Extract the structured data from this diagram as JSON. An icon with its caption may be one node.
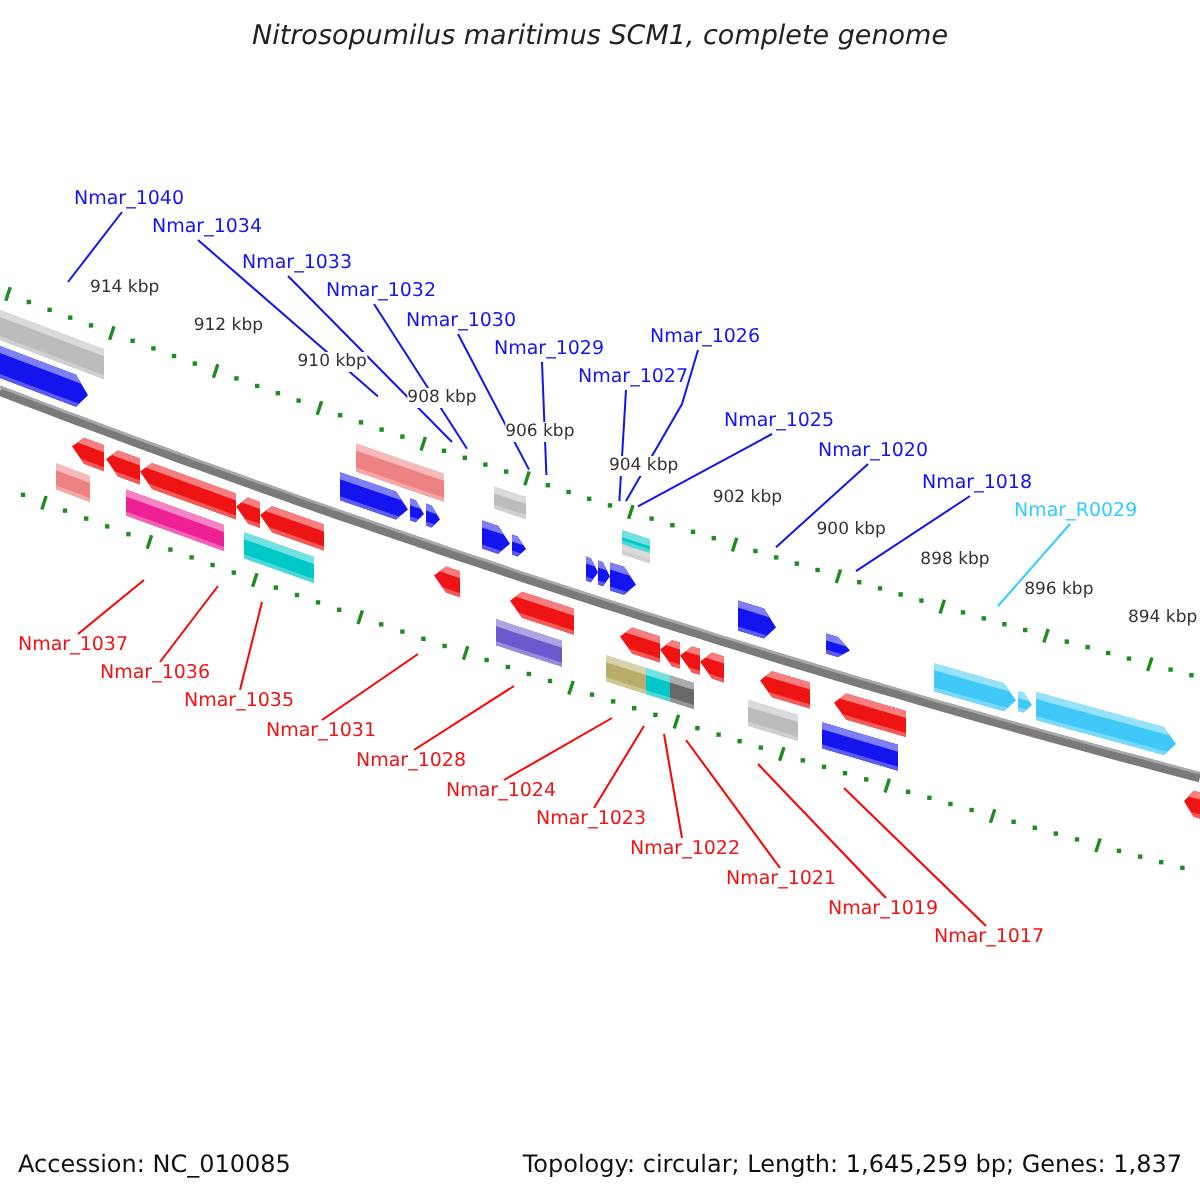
{
  "diagram": {
    "title": "Nitrosopumilus maritimus SCM1, complete genome",
    "nodes": [
      {
        "text": [
          "Nmar_1040"
        ]
      },
      {
        "text": [
          "Nmar_1034"
        ]
      },
      {
        "text": [
          "Nmar_1033"
        ]
      },
      {
        "text": [
          "Nmar_1032"
        ]
      },
      {
        "text": [
          "Nmar_1030"
        ]
      },
      {
        "text": [
          "Nmar_1029"
        ]
      },
      {
        "text": [
          "Nmar_1027"
        ]
      },
      {
        "text": [
          "Nmar_1026"
        ]
      },
      {
        "text": [
          "Nmar_1025"
        ]
      },
      {
        "text": [
          "Nmar_1020"
        ]
      },
      {
        "text": [
          "Nmar_1018"
        ]
      },
      {
        "text": [
          "Nmar_R0029"
        ]
      },
      {
        "text": [
          "Nmar_1037"
        ]
      },
      {
        "text": [
          "Nmar_1036"
        ]
      },
      {
        "text": [
          "Nmar_1035"
        ]
      },
      {
        "text": [
          "Nmar_1031"
        ]
      },
      {
        "text": [
          "Nmar_1028"
        ]
      },
      {
        "text": [
          "Nmar_1024"
        ]
      },
      {
        "text": [
          "Nmar_1023"
        ]
      },
      {
        "text": [
          "Nmar_1022"
        ]
      },
      {
        "text": [
          "Nmar_1021"
        ]
      },
      {
        "text": [
          "Nmar_1019"
        ]
      },
      {
        "text": [
          "Nmar_1017"
        ]
      }
    ],
    "edges": [
      {
        "from": 0,
        "to": null,
        "arrow": "none"
      },
      {
        "from": 1,
        "to": null,
        "arrow": "none"
      },
      {
        "from": 2,
        "to": null,
        "arrow": "none"
      },
      {
        "from": 3,
        "to": null,
        "arrow": "none"
      },
      {
        "from": 4,
        "to": null,
        "arrow": "none"
      },
      {
        "from": 5,
        "to": null,
        "arrow": "none"
      },
      {
        "from": 6,
        "to": null,
        "arrow": "none"
      },
      {
        "from": 7,
        "to": null,
        "arrow": "none"
      },
      {
        "from": 8,
        "to": null,
        "arrow": "none"
      },
      {
        "from": 9,
        "to": null,
        "arrow": "none"
      },
      {
        "from": 10,
        "to": null,
        "arrow": "none"
      },
      {
        "from": 11,
        "to": null,
        "arrow": "none",
        "color": "#33ccff"
      },
      {
        "from": 12,
        "to": null,
        "arrow": "none",
        "color": "#ff0000"
      },
      {
        "from": 13,
        "to": null,
        "arrow": "none",
        "color": "#ff0000"
      },
      {
        "from": 14,
        "to": null,
        "arrow": "none",
        "color": "#ff0000"
      },
      {
        "from": 15,
        "to": null,
        "arrow": "none",
        "color": "#ff0000"
      },
      {
        "from": 16,
        "to": null,
        "arrow": "none",
        "color": "#ff0000"
      },
      {
        "from": 17,
        "to": null,
        "arrow": "none",
        "color": "#ff0000"
      },
      {
        "from": 18,
        "to": null,
        "arrow": "none",
        "color": "#ff0000"
      },
      {
        "from": 19,
        "to": null,
        "arrow": "none",
        "color": "#ff0000"
      },
      {
        "from": 20,
        "to": null,
        "arrow": "none",
        "color": "#ff0000"
      },
      {
        "from": 21,
        "to": null,
        "arrow": "none",
        "color": "#ff0000"
      },
      {
        "from": 22,
        "to": null,
        "arrow": "none",
        "color": "#ff0000"
      }
    ],
    "labels": [
      "914 kbp",
      "912 kbp",
      "910 kbp",
      "908 kbp",
      "906 kbp",
      "904 kbp",
      "902 kbp",
      "900 kbp",
      "898 kbp",
      "896 kbp",
      "894 kbp",
      "Accession: NC_010085",
      "Topology: circular; Length: 1,645,259 bp; Genes: 1,837"
    ]
  }
}
